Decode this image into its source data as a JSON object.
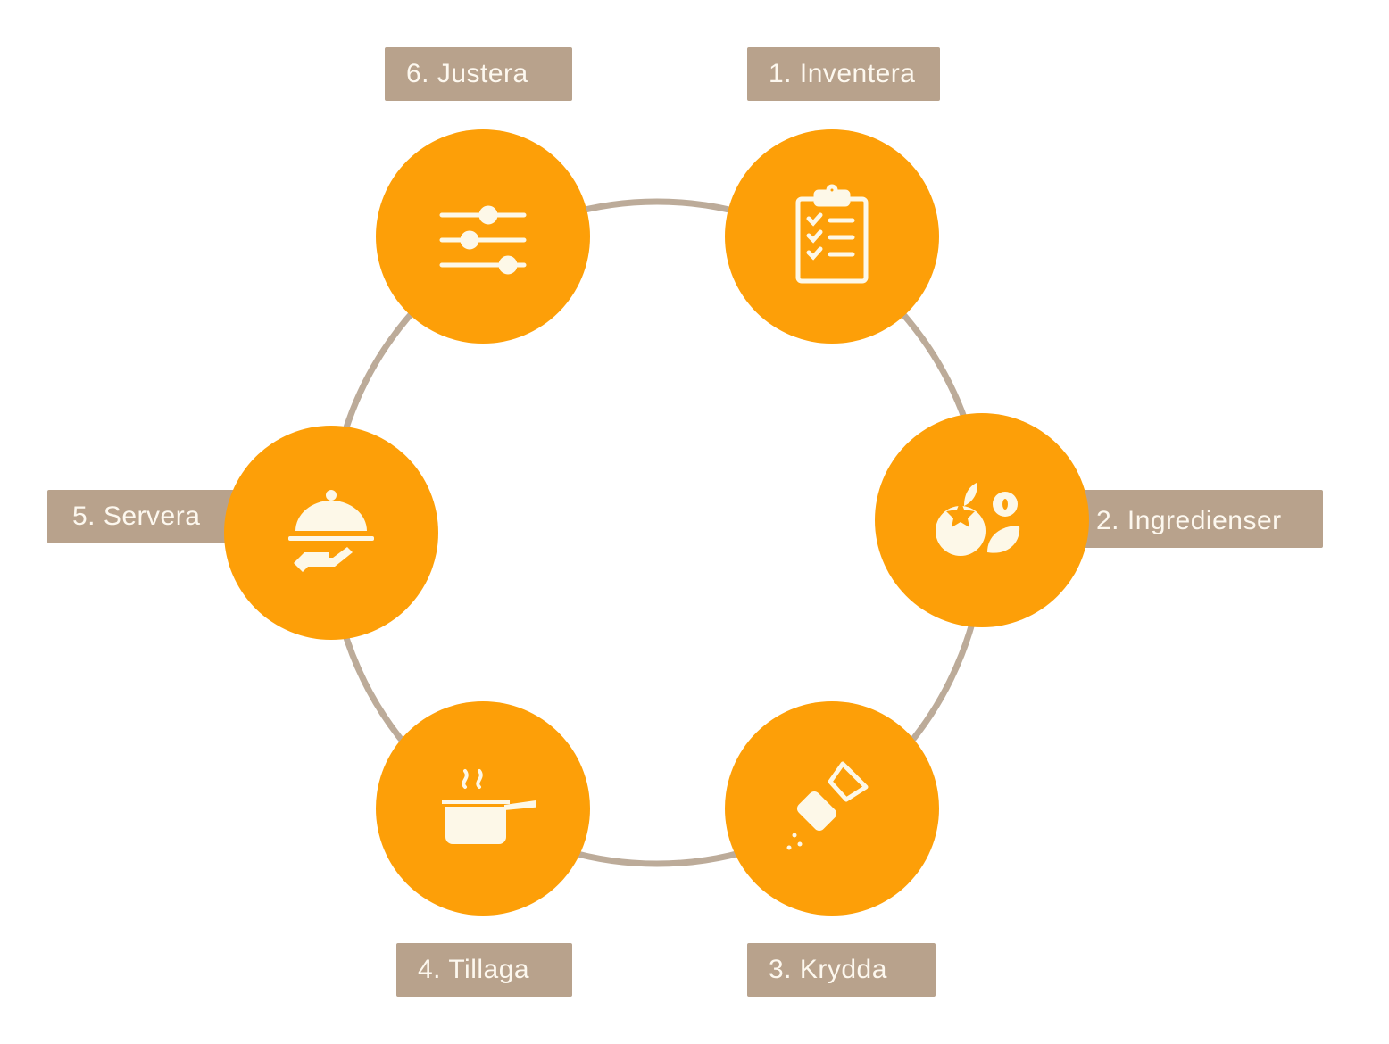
{
  "colors": {
    "node": "#fd9f08",
    "label_bg": "#b8a28c",
    "ring": "#bcab99",
    "icon": "#fdf8e8"
  },
  "steps": [
    {
      "label": "1. Inventera",
      "icon": "clipboard-checklist-icon"
    },
    {
      "label": "2. Ingredienser",
      "icon": "tomato-herbs-icon"
    },
    {
      "label": "3. Krydda",
      "icon": "salt-shaker-icon"
    },
    {
      "label": "4. Tillaga",
      "icon": "cooking-pot-icon"
    },
    {
      "label": "5. Servera",
      "icon": "serving-cloche-icon"
    },
    {
      "label": "6. Justera",
      "icon": "sliders-icon"
    }
  ]
}
